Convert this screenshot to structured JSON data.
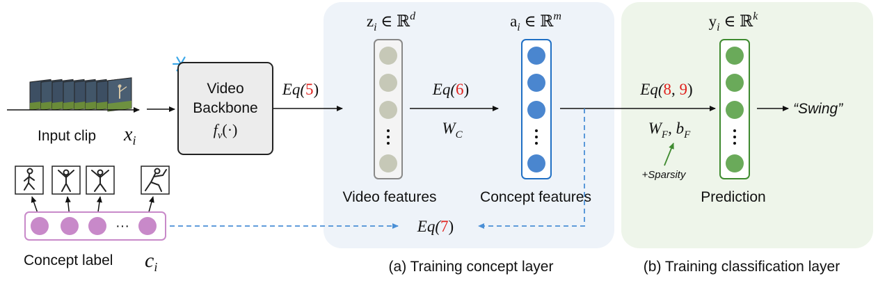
{
  "input": {
    "caption": "Input clip",
    "var": "x",
    "sub": "i"
  },
  "backbone": {
    "line1": "Video",
    "line2": "Backbone",
    "func": "f",
    "func_sub": "v",
    "func_arg": "(·)"
  },
  "eqs": {
    "eq5": {
      "pre": "Eq(",
      "num": "5",
      "post": ")"
    },
    "eq6": {
      "pre": "Eq(",
      "num": "6",
      "post": ")"
    },
    "eq7": {
      "pre": "Eq(",
      "num": "7",
      "post": ")"
    },
    "eq89": {
      "pre": "Eq(",
      "num_a": "8",
      "sep": ", ",
      "num_b": "9",
      "post": ")"
    }
  },
  "weights": {
    "wc": {
      "base": "W",
      "sub": "C"
    },
    "wf": {
      "base": "W",
      "sub": "F",
      "sep": ", ",
      "b": "b",
      "b_sub": "F"
    },
    "sparsity": "+Sparsity"
  },
  "vectors": {
    "z": {
      "base": "z",
      "sub": "i",
      "in": " ∈ ℝ",
      "sup": "d",
      "caption": "Video features"
    },
    "a": {
      "base": "a",
      "sub": "i",
      "in": " ∈ ℝ",
      "sup": "m",
      "caption": "Concept features"
    },
    "y": {
      "base": "y",
      "sub": "i",
      "in": " ∈ ℝ",
      "sup": "k",
      "caption": "Prediction"
    }
  },
  "output": "“Swing”",
  "concept": {
    "caption": "Concept label",
    "var": "c",
    "sub": "i",
    "dots": "···"
  },
  "sections": {
    "a": "(a) Training concept layer",
    "b": "(b) Training classification layer"
  },
  "colors": {
    "panel_a": "#eef3f9",
    "panel_b": "#eef5ea",
    "gray_node": "#c6c8b7",
    "blue_node": "#4a86cf",
    "green_node": "#6aaa5a",
    "purple_node": "#c889c9",
    "eq_red": "#e0201c",
    "dashed_blue": "#4a8fd6"
  }
}
